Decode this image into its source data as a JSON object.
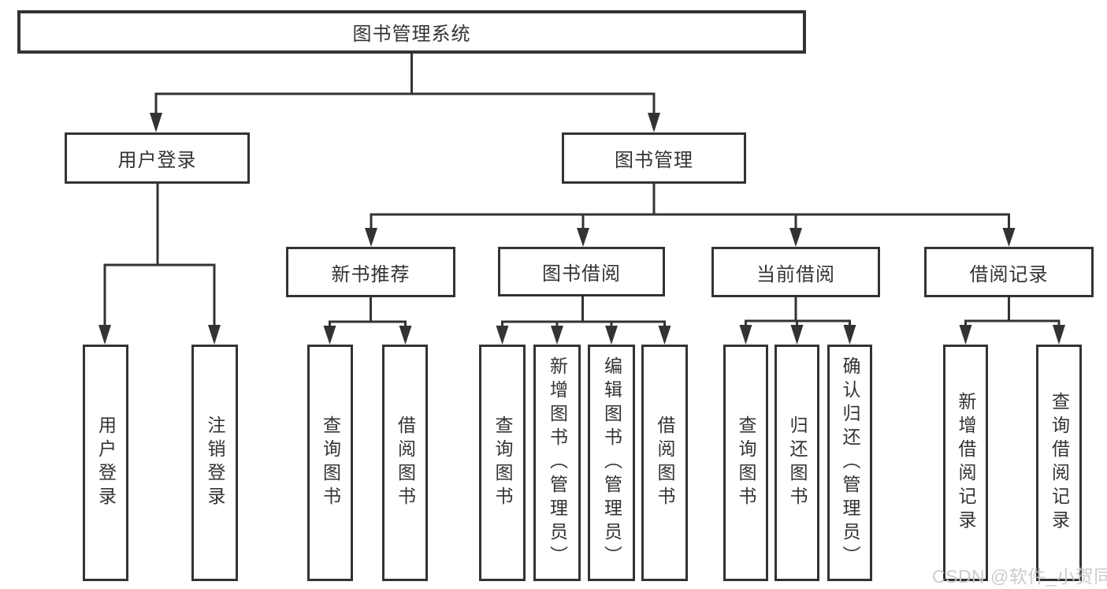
{
  "tree": {
    "label": "图书管理系统",
    "children": [
      {
        "label": "用户登录",
        "children": [
          {
            "label": "用户登录"
          },
          {
            "label": "注销登录"
          }
        ]
      },
      {
        "label": "图书管理",
        "children": [
          {
            "label": "新书推荐",
            "children": [
              {
                "label": "查询图书"
              },
              {
                "label": "借阅图书"
              }
            ]
          },
          {
            "label": "图书借阅",
            "children": [
              {
                "label": "查询图书"
              },
              {
                "label": "新增图书（管理员）"
              },
              {
                "label": "编辑图书（管理员）"
              },
              {
                "label": "借阅图书"
              }
            ]
          },
          {
            "label": "当前借阅",
            "children": [
              {
                "label": "查询图书"
              },
              {
                "label": "归还图书"
              },
              {
                "label": "确认归还（管理员）"
              }
            ]
          },
          {
            "label": "借阅记录",
            "children": [
              {
                "label": "新增借阅记录"
              },
              {
                "label": "查询借阅记录"
              }
            ]
          }
        ]
      }
    ]
  },
  "watermark": "CSDN @软件_小贺同学",
  "colors": {
    "line": "#333333",
    "text": "#333333",
    "watermark": "#c8c8c8",
    "background": "#ffffff"
  }
}
